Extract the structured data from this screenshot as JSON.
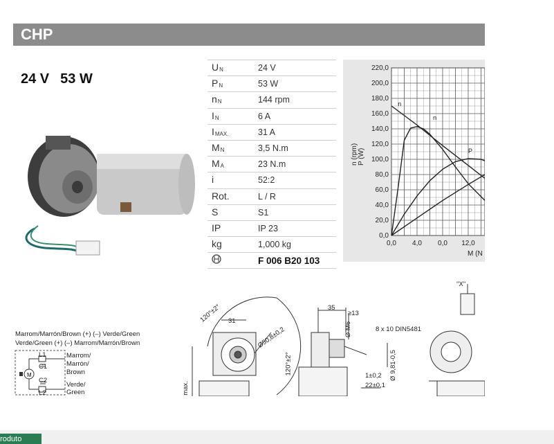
{
  "header": {
    "title": "CHP"
  },
  "rating": {
    "voltage": "24 V",
    "power": "53 W"
  },
  "specs": [
    {
      "sym": "U",
      "sub": "N",
      "value": "24 V"
    },
    {
      "sym": "P",
      "sub": "N",
      "value": "53 W"
    },
    {
      "sym": "n",
      "sub": "N",
      "value": "144 rpm"
    },
    {
      "sym": "I",
      "sub": "N",
      "value": "6 A"
    },
    {
      "sym": "I",
      "sub": "MAX.",
      "value": "31 A"
    },
    {
      "sym": "M",
      "sub": "N",
      "value": "3,5 N.m"
    },
    {
      "sym": "M",
      "sub": "A",
      "value": "23 N.m"
    },
    {
      "sym": "i",
      "sub": "",
      "value": "52:2"
    },
    {
      "sym": "Rot.",
      "sub": "",
      "value": "L / R"
    },
    {
      "sym": "S",
      "sub": "",
      "value": "S1"
    },
    {
      "sym": "IP",
      "sub": "",
      "value": "IP 23"
    },
    {
      "sym": "kg",
      "sub": "",
      "value": "1,000 kg"
    },
    {
      "sym": "",
      "sub": "",
      "value": "F 006 B20 103"
    }
  ],
  "chart_data": {
    "type": "line",
    "ylabel_left": "n (rpm)",
    "ylabel_right": "P (W)",
    "xlabel": "M (N",
    "y_ticks": [
      "220,0",
      "200,0",
      "180,0",
      "160,0",
      "140,0",
      "120,0",
      "100,0",
      "80,0",
      "60,0",
      "40,0",
      "20,0",
      "0,0"
    ],
    "x_ticks": [
      "0,0",
      "4,0",
      "0,0",
      "12,0"
    ],
    "ylim": [
      0,
      220
    ],
    "xlim": [
      0,
      14.6
    ],
    "series": [
      {
        "name": "n",
        "x": [
          0,
          4,
          8,
          12,
          14.6
        ],
        "y": [
          170,
          145,
          118,
          92,
          75
        ]
      },
      {
        "name": "n",
        "x": [
          0,
          1,
          2,
          3,
          4,
          5,
          6,
          8,
          10,
          12,
          14.6
        ],
        "y": [
          0,
          60,
          125,
          141,
          143,
          140,
          133,
          113,
          90,
          68,
          46
        ]
      },
      {
        "name": "P",
        "x": [
          0,
          2,
          4,
          6,
          8,
          10,
          12,
          14,
          14.6
        ],
        "y": [
          0,
          28,
          52,
          72,
          87,
          97,
          101,
          100,
          98
        ]
      },
      {
        "name": "",
        "x": [
          0,
          4,
          8,
          12,
          14.6
        ],
        "y": [
          0,
          23,
          46,
          67,
          80
        ]
      }
    ]
  },
  "wiring": {
    "line1": "Marrom/Marrón/Brown (+)  (–) Verde/Green",
    "line2": "Verde/Green (+)  (–) Marrom/Marrón/Brown",
    "l1": "L1",
    "c1": "C1",
    "c2": "C2",
    "l2": "L2",
    "brown1": "Marrom/",
    "brown2": "Marrón/",
    "brown3": "Brown",
    "green1": "Verde/",
    "green2": "Green"
  },
  "drawings": {
    "angle1": "120°±2°",
    "angle2": "120°±2°",
    "dim31": "31",
    "dia508": "Ø50,8±0,2",
    "max": "max.",
    "dim35": "35",
    "dim13": "≥13",
    "m6": "Ø M6",
    "spline": "8 x 10 DIN5481",
    "dia981": "Ø 9,81-0,5",
    "dim1": "1±0,2",
    "dim22": "22±0,1",
    "x_label": "\"X\""
  },
  "footer": {
    "tab": "produto"
  }
}
